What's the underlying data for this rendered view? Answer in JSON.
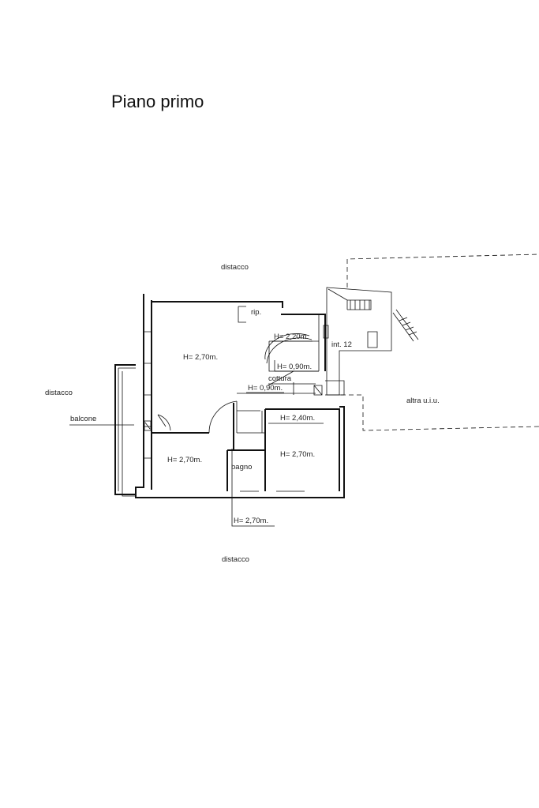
{
  "plan": {
    "title": "Piano primo",
    "labels": {
      "distacco_top": "distacco",
      "distacco_left": "distacco",
      "distacco_bottom": "distacco",
      "rip": "rip.",
      "int": "int. 12",
      "altra": "altra u.i.u.",
      "balcone": "balcone",
      "cottura": "cottura",
      "bagno": "bagno"
    },
    "heights": {
      "soggiorno": "H= 2,70m.",
      "h220": "H= 2,20m.",
      "h090a": "H= 0,90m.",
      "h090b": "H= 0,90m.",
      "h240": "H= 2,40m.",
      "camera_left": "H= 2,70m.",
      "camera_right": "H= 2,70m.",
      "bagno": "H= 2,70m."
    }
  }
}
